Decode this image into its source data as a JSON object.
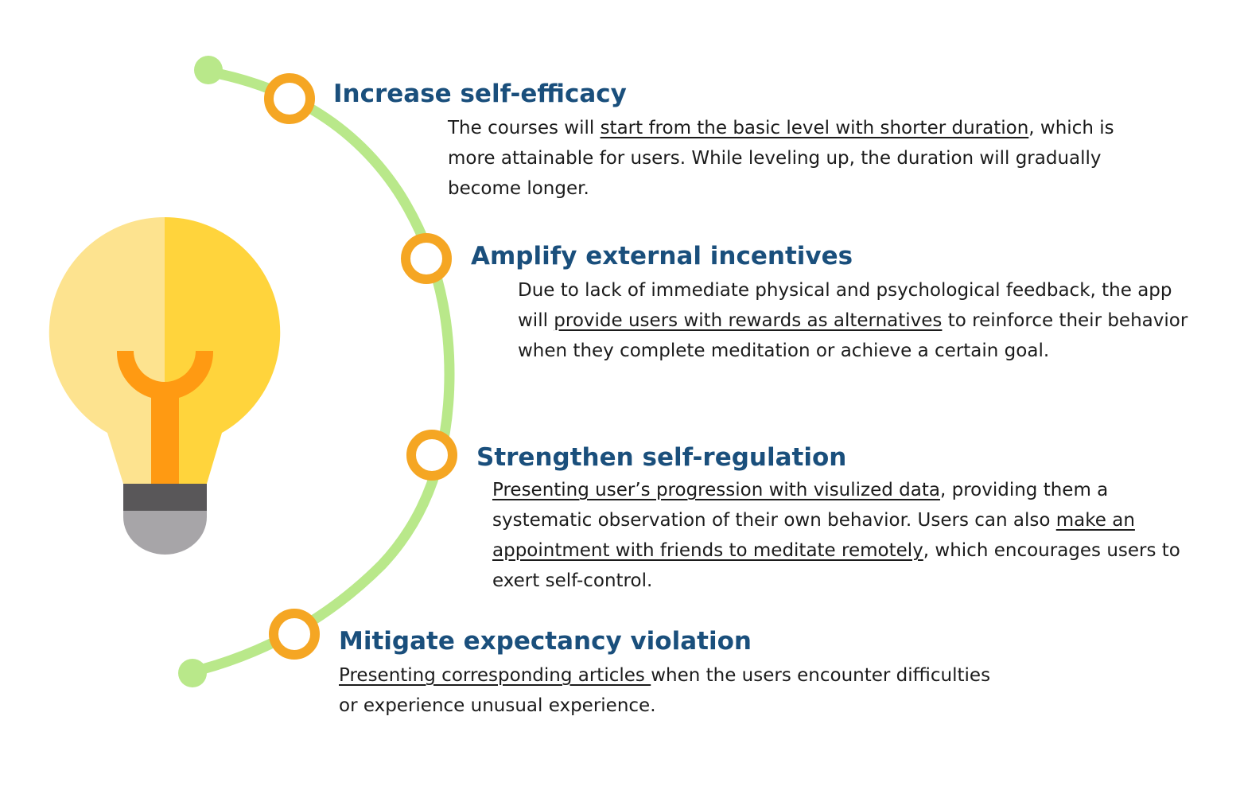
{
  "colors": {
    "arc": "#b9e88a",
    "node_ring": "#f5a623",
    "heading": "#1a4f7c",
    "body_text": "#1b1b1b",
    "bulb_left": "#fde38f",
    "bulb_right": "#ffd43c",
    "filament": "#ff9a12",
    "base_dark": "#595759",
    "base_light": "#a7a5a8"
  },
  "icons": {
    "main": "light-bulb-icon"
  },
  "items": [
    {
      "title": "Increase self-efficacy",
      "body": [
        {
          "text": "The courses will ",
          "hl": false
        },
        {
          "text": "start from the basic level with shorter duration",
          "hl": true
        },
        {
          "text": ", which is more attainable for users. While leveling up, the duration will gradually become longer.",
          "hl": false
        }
      ]
    },
    {
      "title": "Amplify external incentives",
      "body": [
        {
          "text": "Due to lack of immediate physical and psychological feedback, the app will ",
          "hl": false
        },
        {
          "text": "provide users with rewards as alternatives",
          "hl": true
        },
        {
          "text": " to reinforce their behavior when they complete meditation or achieve a certain goal.",
          "hl": false
        }
      ]
    },
    {
      "title": "Strengthen self-regulation",
      "body": [
        {
          "text": "Presenting user’s progression with visulized data",
          "hl": true
        },
        {
          "text": ", providing them a systematic observation of their own behavior. Users can also ",
          "hl": false
        },
        {
          "text": "make an appointment with friends to meditate remotely",
          "hl": true
        },
        {
          "text": ", which encourages users to exert self-control.",
          "hl": false
        }
      ]
    },
    {
      "title": "Mitigate expectancy violation",
      "body": [
        {
          "text": "Presenting corresponding articles ",
          "hl": true
        },
        {
          "text": "when the users encounter difficulties or experience unusual experience.",
          "hl": false
        }
      ]
    }
  ]
}
